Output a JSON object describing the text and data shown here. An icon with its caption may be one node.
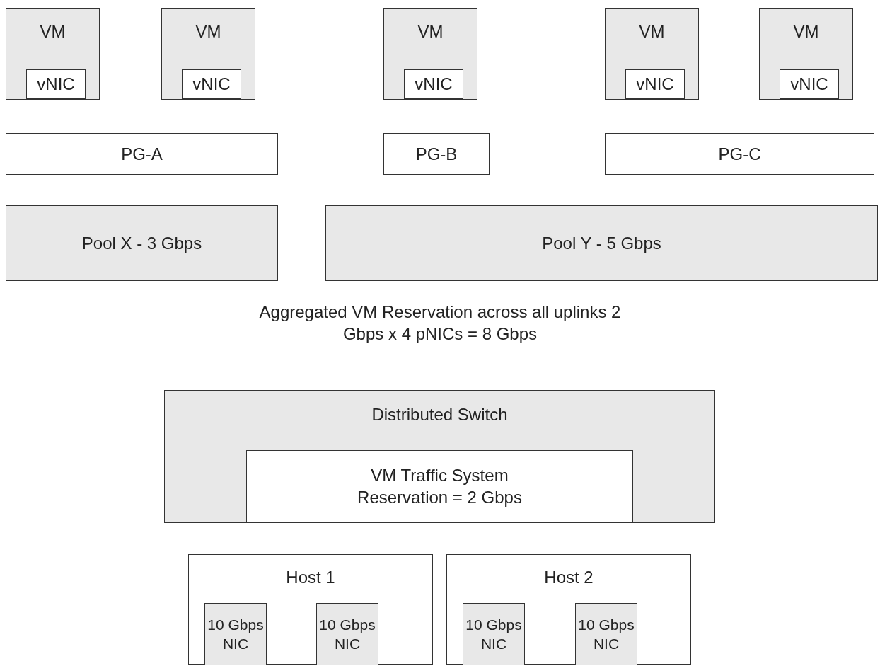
{
  "diagram": {
    "nodes": [
      {
        "text": [
          "VM"
        ]
      },
      {
        "text": [
          "vNIC"
        ],
        "in": 0
      },
      {
        "text": [
          "VM"
        ]
      },
      {
        "text": [
          "vNIC"
        ],
        "in": 2
      },
      {
        "text": [
          "VM"
        ]
      },
      {
        "text": [
          "vNIC"
        ],
        "in": 4
      },
      {
        "text": [
          "VM"
        ]
      },
      {
        "text": [
          "vNIC"
        ],
        "in": 6
      },
      {
        "text": [
          "VM"
        ]
      },
      {
        "text": [
          "vNIC"
        ],
        "in": 8
      },
      {
        "text": [
          "PG-A"
        ]
      },
      {
        "text": [
          "PG-B"
        ]
      },
      {
        "text": [
          "PG-C"
        ]
      },
      {
        "text": [
          "Pool X - 3 Gbps"
        ]
      },
      {
        "text": [
          "Pool Y - 5 Gbps"
        ]
      },
      {
        "text": [
          "Distributed Switch"
        ]
      },
      {
        "text": [
          "VM Traffic System Reservation = 2 Gbps"
        ],
        "in": 15
      },
      {
        "text": [
          "Host 1"
        ]
      },
      {
        "text": [
          "10 Gbps NIC"
        ],
        "in": 17
      },
      {
        "text": [
          "10 Gbps NIC"
        ],
        "in": 17
      },
      {
        "text": [
          "Host 2"
        ]
      },
      {
        "text": [
          "10 Gbps NIC"
        ],
        "in": 20
      },
      {
        "text": [
          "10 Gbps NIC"
        ],
        "in": 20
      }
    ],
    "edges": [],
    "labels": [
      "Aggregated VM Reservation across all uplinks 2 Gbps x 4 pNICs = 8 Gbps"
    ]
  }
}
